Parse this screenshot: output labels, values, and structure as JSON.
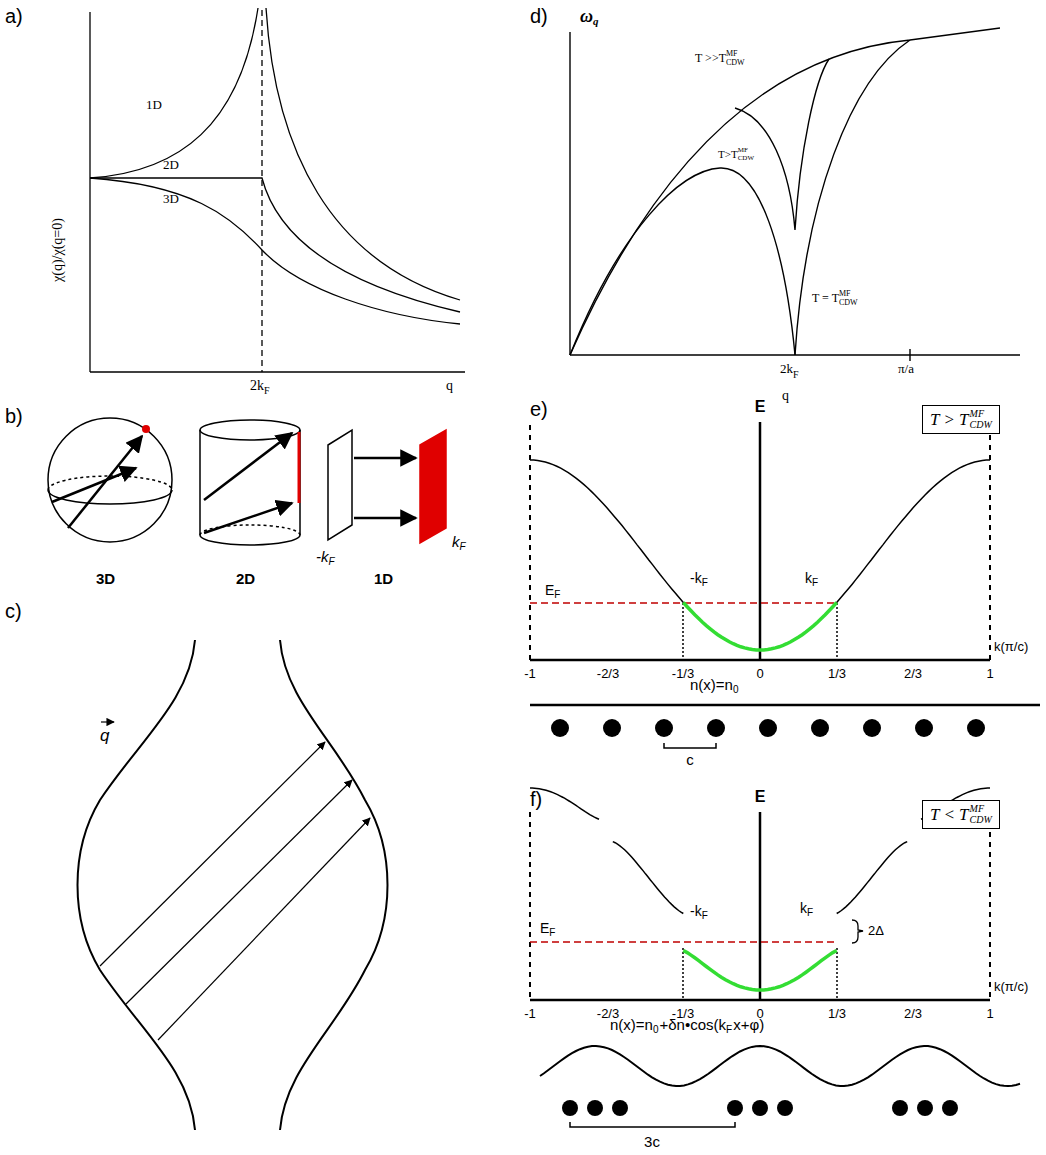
{
  "diagram": {
    "nodes": [
      {
        "text": [
          "T > T",
          "MF",
          "CDW"
        ]
      },
      {
        "text": [
          "T < T",
          "MF",
          "CDW"
        ]
      }
    ],
    "labels": [
      "a)",
      "χ(q)/χ(q=0)",
      "1D",
      "2D",
      "3D",
      "2k",
      "F",
      "q",
      "b)",
      "3D",
      "2D",
      "-k",
      "F",
      "1D",
      "k",
      "F",
      "c)",
      "q",
      "d)",
      "ω",
      "q",
      "T >>T",
      "MF",
      "CDW",
      "T>T",
      "MF",
      "CDW",
      "T = T",
      "MF",
      "CDW",
      "2k",
      "F",
      "π/a",
      "q",
      "e)",
      "E",
      "E",
      "F",
      "-k",
      "F",
      "k",
      "F",
      "-1",
      "-2/3",
      "-1/3",
      "0",
      "1/3",
      "2/3",
      "1",
      "k(π/c)",
      "n(x)=n",
      "0",
      "c",
      "f)",
      "E",
      "E",
      "F",
      "-k",
      "F",
      "k",
      "F",
      "2Δ",
      "-1",
      "-2/3",
      "-1/3",
      "0",
      "1/3",
      "2/3",
      "1",
      "k(π/c)",
      "n(x)=n",
      "0",
      "+δn•cos(k",
      "F",
      "x+φ)",
      "3c"
    ]
  }
}
